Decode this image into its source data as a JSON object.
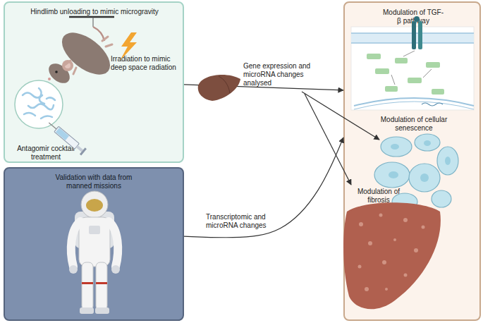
{
  "diagram": {
    "nodes": [
      {
        "text": [
          "Hindlimb unloading to mimic microgravity",
          "Irradiation to mimic deep space radiation",
          "Antagomir cocktail treatment"
        ]
      },
      {
        "text": [
          "Validation with data from manned missions"
        ]
      },
      {
        "text": [
          "Modulation of TGF-β pathway",
          "Modulation of cellular senescence",
          "Modulation of fibrosis"
        ]
      }
    ],
    "edges": [
      {
        "from": 0,
        "to": 2,
        "arrow": "to",
        "label": "Gene expression and microRNA changes analysed"
      },
      {
        "from": 1,
        "to": 2,
        "arrow": "to",
        "label": "Transcriptomic and microRNA changes"
      }
    ]
  }
}
